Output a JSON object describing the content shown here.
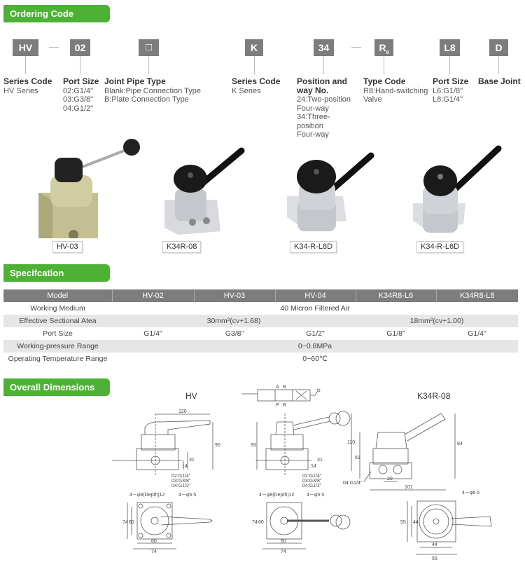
{
  "sections": {
    "ordering": "Ordering Code",
    "spec": "Specifcation",
    "dims": "Overall Dimensions"
  },
  "codes": [
    {
      "text": "HV",
      "sub": ""
    },
    {
      "text": "02",
      "sub": ""
    },
    {
      "text": "□",
      "sub": ""
    },
    {
      "text": "K",
      "sub": ""
    },
    {
      "text": "34",
      "sub": ""
    },
    {
      "text": "R",
      "sub": "8"
    },
    {
      "text": "L8",
      "sub": ""
    },
    {
      "text": "D",
      "sub": ""
    }
  ],
  "labels": [
    {
      "title": "Series Code",
      "lines": [
        "HV Series"
      ]
    },
    {
      "title": "Port Size",
      "lines": [
        "02:G1/4\"",
        "03:G3/8\"",
        "04:G1/2\""
      ]
    },
    {
      "title": "Joint Pipe Type",
      "lines": [
        "Blank:Pipe Connection Type",
        "B:Plate Connection Type"
      ]
    },
    {
      "title": "Series Code",
      "lines": [
        "K Series"
      ]
    },
    {
      "title": "Position and way No.",
      "lines": [
        "24:Two-position",
        "Four-way",
        "34:Three-position",
        "Four-way"
      ]
    },
    {
      "title": "Type Code",
      "lines": [
        "R8:Hand-switching",
        "Valve"
      ]
    },
    {
      "title": "Port Size",
      "lines": [
        "L6:G1/8\"",
        "L8:G1/4\""
      ]
    },
    {
      "title": "Base Joint",
      "lines": []
    }
  ],
  "products": [
    {
      "name": "HV-03",
      "color": "#c8c49a"
    },
    {
      "name": "K34R-08",
      "color": "#cfd2d6"
    },
    {
      "name": "K34-R-L8D",
      "color": "#cfd2d6"
    },
    {
      "name": "K34-R-L6D",
      "color": "#cfd2d6"
    }
  ],
  "spec_table": {
    "header": [
      "Model",
      "HV-02",
      "HV-03",
      "HV-04",
      "K34R8-L6",
      "K34R8-L8"
    ],
    "rows": [
      [
        "Working Medium",
        "40 Micron Filtered Air"
      ],
      [
        "Effective Sectional Atea",
        "30mm²(cv+1.68)",
        "18mm²(cv+1.00)"
      ],
      [
        "Port Size",
        "G1/4\"",
        "G3/8\"",
        "G1/2\"",
        "G1/8\"",
        "G1/4\""
      ],
      [
        "Working-pressure Range",
        "0~0.8MPa"
      ],
      [
        "Operating Temperature Range",
        "0~60℃"
      ]
    ]
  },
  "drawings": {
    "hv_title": "HV",
    "k_title": "K34R-08",
    "hv": {
      "width": "120",
      "height": "90",
      "h1": "31",
      "h2": "14",
      "ports": [
        "02:G1/4\"",
        "03:G3/8\"",
        "04:G1/2\""
      ],
      "depth": "4－φ8(Depth)12",
      "holes": "4－φ5.5",
      "side": "74",
      "side2": "60",
      "bottom": "60",
      "bottom2": "74"
    },
    "hv2": {
      "height": "93",
      "h1": "31",
      "h2": "14",
      "ports": [
        "02:G1/4\"",
        "03:G3/8\"",
        "04:G1/2\""
      ],
      "depth": "4－φ8(Depth)12",
      "holes": "4－φ5.5",
      "side": "74",
      "side2": "60",
      "bottom": "60",
      "bottom2": "74",
      "symbol": [
        "A",
        "B",
        "P",
        "R"
      ]
    },
    "k": {
      "h110": "110",
      "h61": "61",
      "h84": "84",
      "port": "04:G1/4\"",
      "w20": "20",
      "w101": "101",
      "holes": "4－φ6.5",
      "s55": "55",
      "s44": "44",
      "b44": "44",
      "b55": "55"
    }
  },
  "accent": "#4db135"
}
